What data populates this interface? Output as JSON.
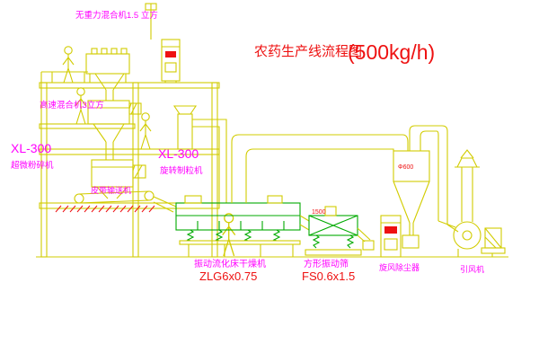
{
  "title": {
    "main": "农药生产线流程图",
    "capacity": "(500kg/h)"
  },
  "equipment_labels": {
    "top_mixer": "无重力混合机1.5 立方",
    "high_speed_mixer": "高速混合机3立方",
    "mill_model": "XL-300",
    "mill_name": "超微粉碎机",
    "granulator_model": "XL-300",
    "granulator_name": "旋转制粒机",
    "belt_conveyor": "皮带输送机",
    "dryer_name": "振动流化床干燥机",
    "dryer_model": "ZLG6x0.75",
    "screen_name": "方形振动筛",
    "screen_model": "FS0.6x1.5",
    "cyclone": "旋风除尘器",
    "fan": "引风机"
  },
  "dimensions": {
    "screen": "1500",
    "cyclone": "Φ600"
  },
  "colors": {
    "background": "#ffffff",
    "line_yellow": "#d2cc00",
    "line_green": "#00aa00",
    "accent_red": "#ee1111",
    "label_magenta": "#ff00ff"
  }
}
